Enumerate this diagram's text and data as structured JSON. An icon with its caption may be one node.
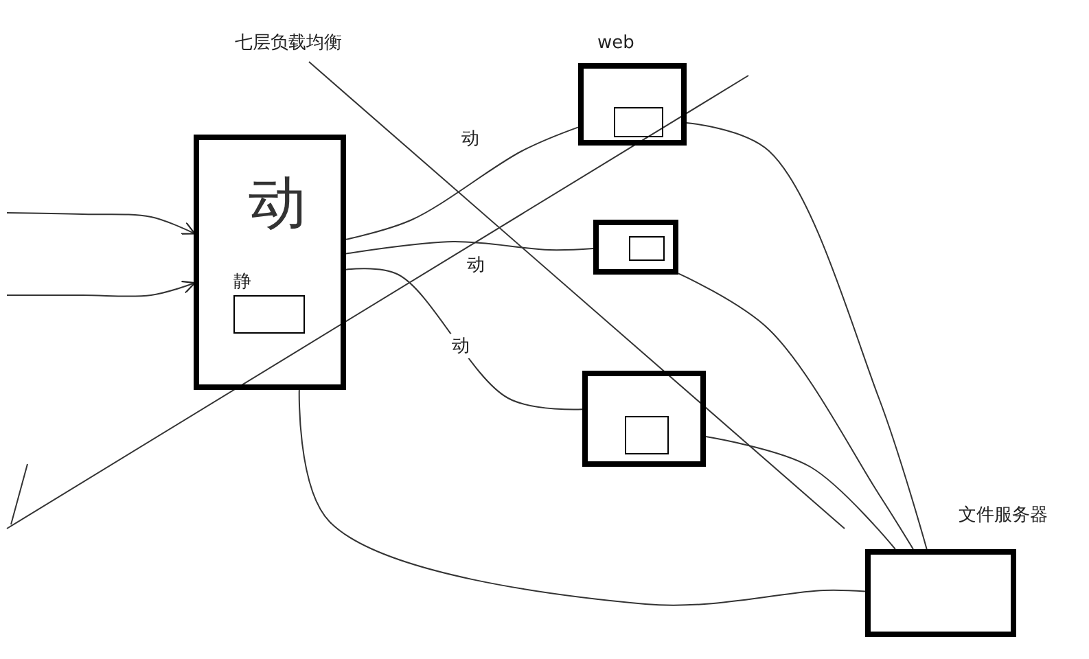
{
  "diagram": {
    "nodes": [
      {
        "text": [
          "动"
        ]
      },
      {
        "text": [
          "静"
        ],
        "in": 0
      },
      {
        "text": [
          "web"
        ]
      },
      {
        "text": [],
        "shape": "box",
        "in": 2
      },
      {
        "text": [],
        "shape": "box"
      },
      {
        "text": [],
        "shape": "box",
        "in": 4
      },
      {
        "text": [],
        "shape": "box"
      },
      {
        "text": [],
        "shape": "box",
        "in": 6
      },
      {
        "text": [
          "文件服务器"
        ]
      }
    ],
    "edges": [
      {
        "from": null,
        "to": 0,
        "arrow": "to"
      },
      {
        "from": null,
        "to": 0,
        "arrow": "to"
      },
      {
        "from": 0,
        "to": 2,
        "arrow": "none",
        "label": "动"
      },
      {
        "from": 0,
        "to": 4,
        "arrow": "none",
        "label": "动"
      },
      {
        "from": 0,
        "to": 6,
        "arrow": "none",
        "label": "动"
      },
      {
        "from": 2,
        "to": 8,
        "arrow": "none"
      },
      {
        "from": 4,
        "to": 8,
        "arrow": "none"
      },
      {
        "from": 6,
        "to": 8,
        "arrow": "none"
      },
      {
        "from": 0,
        "to": 8,
        "arrow": "none"
      }
    ],
    "labels": [
      "七层负载均衡"
    ]
  }
}
